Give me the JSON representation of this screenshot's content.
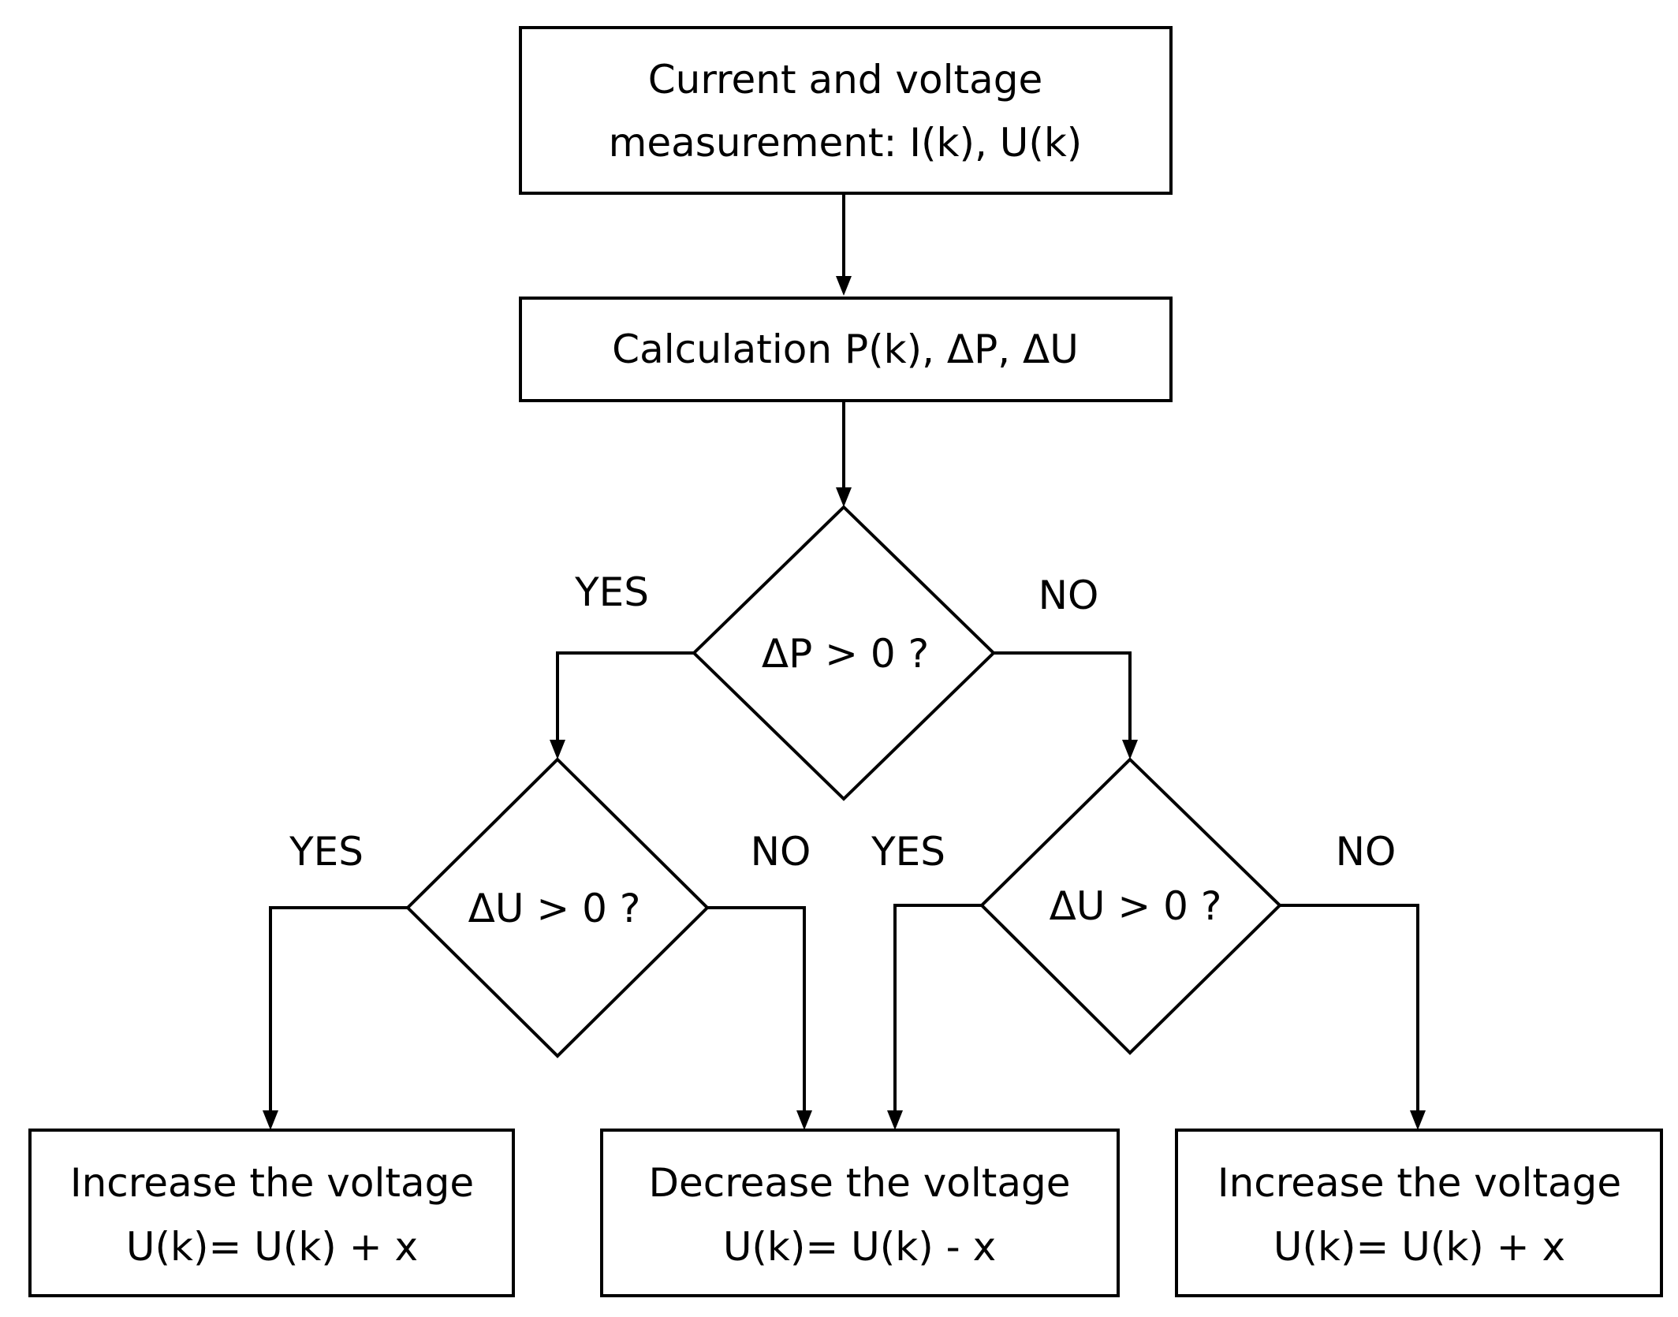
{
  "nodes": {
    "measure": {
      "line1": "Current and voltage",
      "line2": "measurement: I(k), U(k)"
    },
    "calc": {
      "text": "Calculation P(k), ΔP, ΔU"
    },
    "decision_dp": {
      "text": "ΔP > 0 ?"
    },
    "decision_du_left": {
      "text": "ΔU > 0 ?"
    },
    "decision_du_right": {
      "text": "ΔU > 0 ?"
    },
    "increase_left": {
      "line1": "Increase the voltage",
      "line2": "U(k)= U(k) + x"
    },
    "decrease": {
      "line1": "Decrease the voltage",
      "line2": "U(k)= U(k) - x"
    },
    "increase_right": {
      "line1": "Increase the voltage",
      "line2": "U(k)= U(k) + x"
    }
  },
  "branches": {
    "dp_yes": "YES",
    "dp_no": "NO",
    "du_left_yes": "YES",
    "du_left_no": "NO",
    "du_right_yes": "YES",
    "du_right_no": "NO"
  }
}
